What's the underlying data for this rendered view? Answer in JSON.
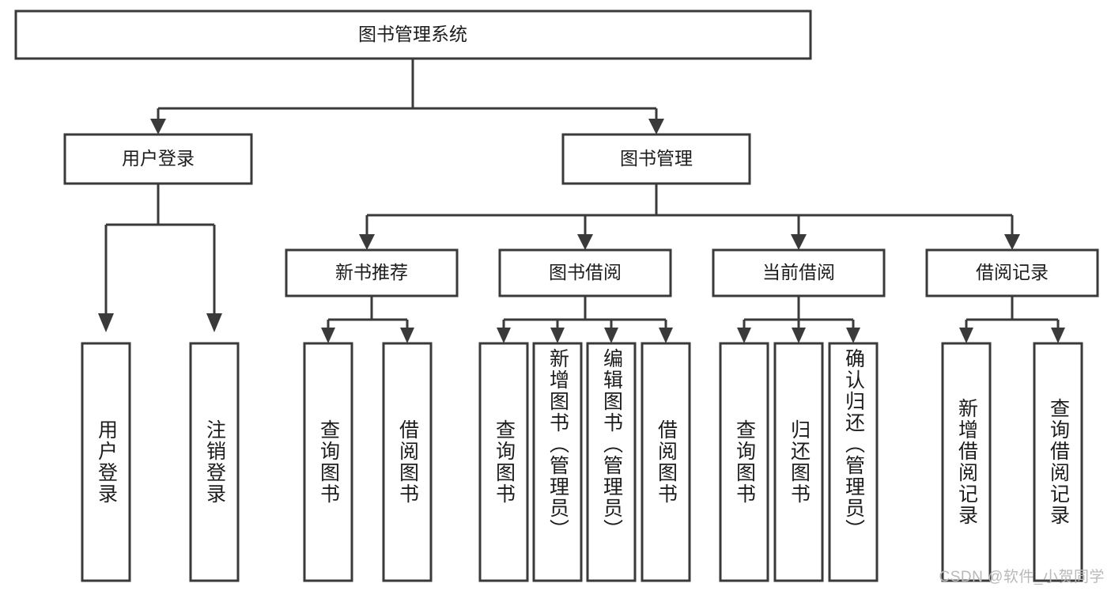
{
  "diagram": {
    "type": "tree",
    "title": "图书管理系统",
    "watermark": "CSDN @软件_小贺同学",
    "colors": {
      "box_stroke": "#3a3a3a",
      "box_fill": "#ffffff",
      "text": "#1c1c1c",
      "background": "#ffffff",
      "watermark": "#b9b9b9"
    },
    "root": {
      "label": "图书管理系统",
      "id": "root"
    },
    "level1": [
      {
        "id": "user-login",
        "label": "用户登录"
      },
      {
        "id": "book-management",
        "label": "图书管理"
      }
    ],
    "level2": [
      {
        "id": "new-book-recommend",
        "label": "新书推荐",
        "parent": "book-management"
      },
      {
        "id": "book-borrow",
        "label": "图书借阅",
        "parent": "book-management"
      },
      {
        "id": "current-borrow",
        "label": "当前借阅",
        "parent": "book-management"
      },
      {
        "id": "borrow-record",
        "label": "借阅记录",
        "parent": "book-management"
      }
    ],
    "leaves": [
      {
        "id": "leaf-user-login",
        "label": "用户登录",
        "parent": "user-login"
      },
      {
        "id": "leaf-user-logout",
        "label": "注销登录",
        "parent": "user-login"
      },
      {
        "id": "leaf-query-book-1",
        "label": "查询图书",
        "parent": "new-book-recommend"
      },
      {
        "id": "leaf-borrow-book-1",
        "label": "借阅图书",
        "parent": "new-book-recommend"
      },
      {
        "id": "leaf-query-book-2",
        "label": "查询图书",
        "parent": "book-borrow"
      },
      {
        "id": "leaf-add-book",
        "label": "新增图书（管理员）",
        "parent": "book-borrow"
      },
      {
        "id": "leaf-edit-book",
        "label": "编辑图书（管理员）",
        "parent": "book-borrow"
      },
      {
        "id": "leaf-borrow-book-2",
        "label": "借阅图书",
        "parent": "book-borrow"
      },
      {
        "id": "leaf-query-book-3",
        "label": "查询图书",
        "parent": "current-borrow"
      },
      {
        "id": "leaf-return-book",
        "label": "归还图书",
        "parent": "current-borrow"
      },
      {
        "id": "leaf-confirm-return",
        "label": "确认归还（管理员）",
        "parent": "current-borrow"
      },
      {
        "id": "leaf-add-record",
        "label": "新增借阅记录",
        "parent": "borrow-record"
      },
      {
        "id": "leaf-query-record",
        "label": "查询借阅记录",
        "parent": "borrow-record"
      }
    ]
  }
}
